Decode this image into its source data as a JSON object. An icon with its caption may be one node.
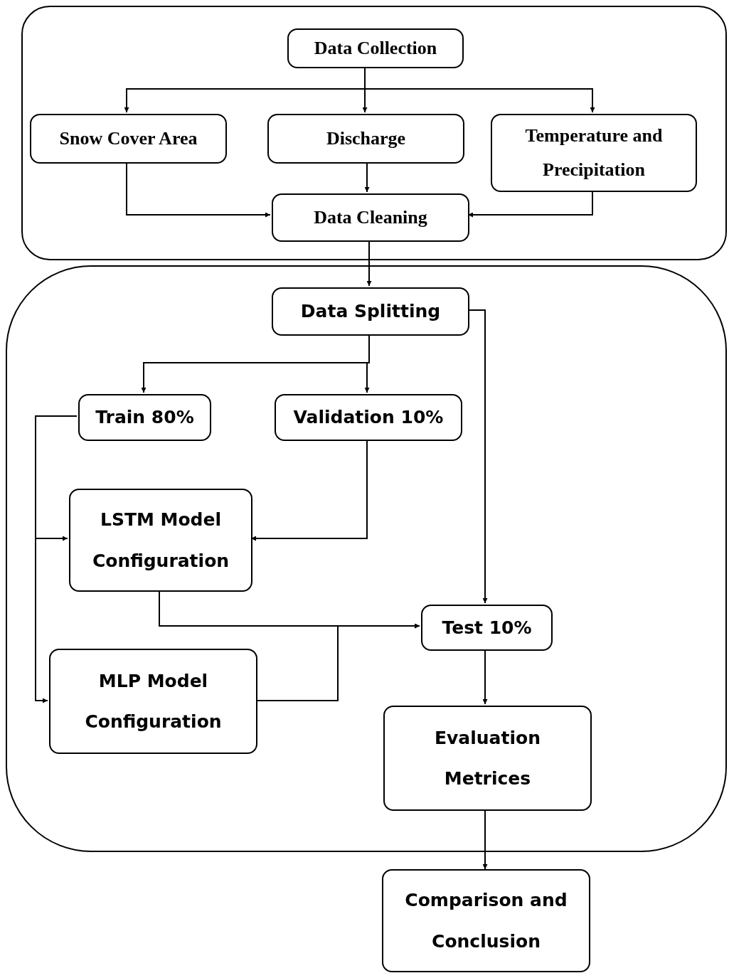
{
  "diagram": {
    "nodes": [
      {
        "text": [],
        "shape": "box"
      },
      {
        "text": [
          "Data Collection"
        ],
        "in": 0
      },
      {
        "text": [
          "Snow Cover Area"
        ],
        "in": 0
      },
      {
        "text": [
          "Discharge"
        ],
        "in": 0
      },
      {
        "text": [
          "Temperature and Precipitation"
        ],
        "in": 0
      },
      {
        "text": [
          "Data Cleaning"
        ],
        "in": 0
      },
      {
        "text": [],
        "shape": "box"
      },
      {
        "text": [
          "Data Splitting"
        ],
        "in": 6
      },
      {
        "text": [
          "Train 80%"
        ],
        "in": 6
      },
      {
        "text": [
          "Validation 10%"
        ],
        "in": 6
      },
      {
        "text": [
          "LSTM Model Configuration"
        ],
        "in": 6
      },
      {
        "text": [
          "Test 10%"
        ],
        "in": 6
      },
      {
        "text": [
          "MLP Model Configuration"
        ],
        "in": 6
      },
      {
        "text": [
          "Evaluation Metrices"
        ],
        "in": 6
      },
      {
        "text": [
          "Comparison and Conclusion"
        ]
      }
    ],
    "edges": [
      {
        "from": 1,
        "to": 2,
        "arrow": "to"
      },
      {
        "from": 1,
        "to": 3,
        "arrow": "to"
      },
      {
        "from": 1,
        "to": 4,
        "arrow": "to"
      },
      {
        "from": 2,
        "to": 5,
        "arrow": "to"
      },
      {
        "from": 3,
        "to": 5,
        "arrow": "to"
      },
      {
        "from": 4,
        "to": 5,
        "arrow": "to"
      },
      {
        "from": 5,
        "to": 7,
        "arrow": "to"
      },
      {
        "from": 7,
        "to": 8,
        "arrow": "to"
      },
      {
        "from": 7,
        "to": 9,
        "arrow": "to"
      },
      {
        "from": 7,
        "to": 11,
        "arrow": "to"
      },
      {
        "from": 8,
        "to": 10,
        "arrow": "to"
      },
      {
        "from": 8,
        "to": 12,
        "arrow": "to"
      },
      {
        "from": 9,
        "to": 10,
        "arrow": "to"
      },
      {
        "from": 10,
        "to": 11,
        "arrow": "to"
      },
      {
        "from": 12,
        "to": 11,
        "arrow": "to"
      },
      {
        "from": 11,
        "to": 13,
        "arrow": "to"
      },
      {
        "from": 13,
        "to": 14,
        "arrow": "to"
      }
    ]
  }
}
